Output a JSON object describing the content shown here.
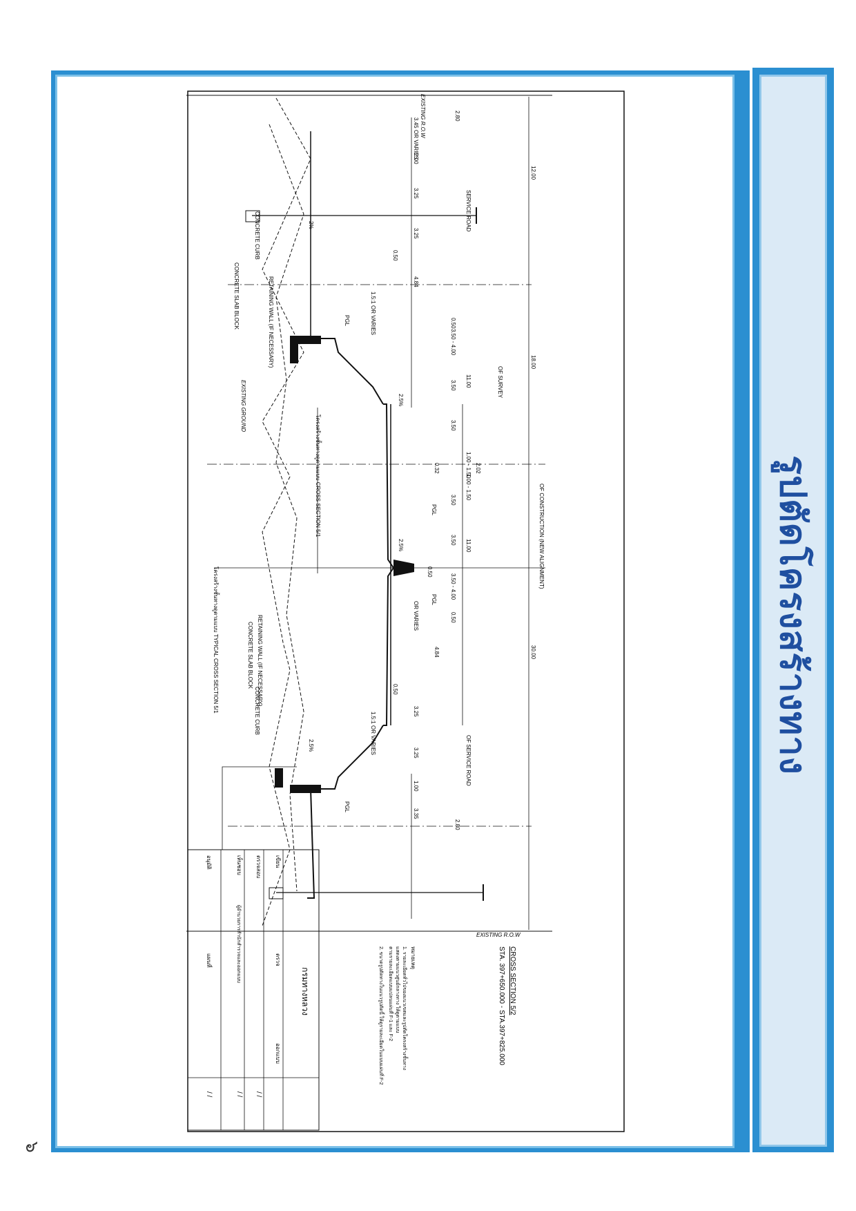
{
  "sidebar": {
    "title": "รูปตัดโครงสร้างทาง"
  },
  "page_number": "๖",
  "drawing": {
    "row_top": "EXISTING R.O.W",
    "row_bottom": "EXISTING R.O.W",
    "service_road_top": "SERVICE ROAD",
    "service_road_bottom": "OF SERVICE ROAD",
    "cl_survey": "OF SURVEY",
    "cl_construction": "OF CONSTRUCTION (NEW ALIGNMENT)",
    "existing_ground": "EXISTING GROUND",
    "concrete_curb": "CONCRETE CURB",
    "concrete_slab_block": "CONCRETE SLAB BLOCK",
    "retaining_wall": "RETAINING WALL (IF NECESSARY)",
    "slope_top": "1.5:1 OR VARIES",
    "slope_bottom": "1.5:1 OR VARIES",
    "pgl": "PGL",
    "or_varies": "OR VARIES",
    "note_structure_top": "โครงสร้างชั้นทางดูตามแบบ CROSS SECTION 5/1",
    "note_structure_bottom": "โครงสร้างชั้นทางดูตามแบบ TYPICAL CROSS SECTION 5/1",
    "dims": {
      "d1": "2.80",
      "d2": "3.45",
      "d3": "2.00",
      "d4": "3.25",
      "d5": "3.25",
      "d6": "0.50",
      "d7": "4.84",
      "d8": "0.50",
      "d9": "3.50 - 4.00",
      "d10": "3.50",
      "d11": "3.50",
      "d12": "11.00",
      "d13": "1.00 - 1.50",
      "d14": "0.32",
      "d15": "2.02",
      "d16": "1.00 - 1.50",
      "d17": "3.50",
      "d18": "3.50",
      "d19": "11.00",
      "d20": "3.50 - 4.00",
      "d21": "0.50",
      "d22": "4.84",
      "d23": "0.50",
      "d24": "3.25",
      "d25": "3.25",
      "d26": "1.00",
      "d27": "3.35",
      "d28": "2.80",
      "d29": "12.00",
      "d30": "18.00",
      "d31": "30.00",
      "slope1": "2.5%",
      "slope2": "2.5%",
      "slope3": "2.5%",
      "slope4": "2%",
      "wid1": "0.50"
    }
  },
  "info": {
    "section_title": "CROSS SECTION 5/2",
    "station": "STA. 397+650.000 - STA.397+825.000",
    "notes_heading": "หมายเหตุ",
    "note1": "1. รายละเอียดทั่วไปของแนวเขตและรูปตัดโครงสร้างชั้นทาง",
    "note1b": "แสดงตามแนวศูนย์กลางทาง ให้ดูตามแบบ",
    "note1c": "ตามรายละเอียดแบบแปลนแผ่นที่ F-1 และ F-2",
    "note2": "2. ขนาดรูปตัดทางในแนวรูปตัดนี้ ให้ดูรายละเอียดในแบบแผ่นที่ F-2"
  },
  "title_block": {
    "agency": "กรมทางหลวง",
    "row1_label": "เขียน",
    "row1_value": "ตรวจ",
    "row1_right": "ออกแบบ",
    "row2_label": "ตรวจสอบ",
    "row2_value": "ผู้อำนวยการสำนักสำรวจและออกแบบ",
    "row3_label": "เห็นชอบ",
    "row4_label": "อนุมัติ",
    "row4_value": "แผนที่",
    "date1": "/ /",
    "date2": "/ /",
    "date3": "/ /"
  },
  "colors": {
    "frame": "#2b8fd1",
    "sidebar_bg": "#dbeaf6",
    "title": "#1f4fa0",
    "ink": "#111111"
  }
}
